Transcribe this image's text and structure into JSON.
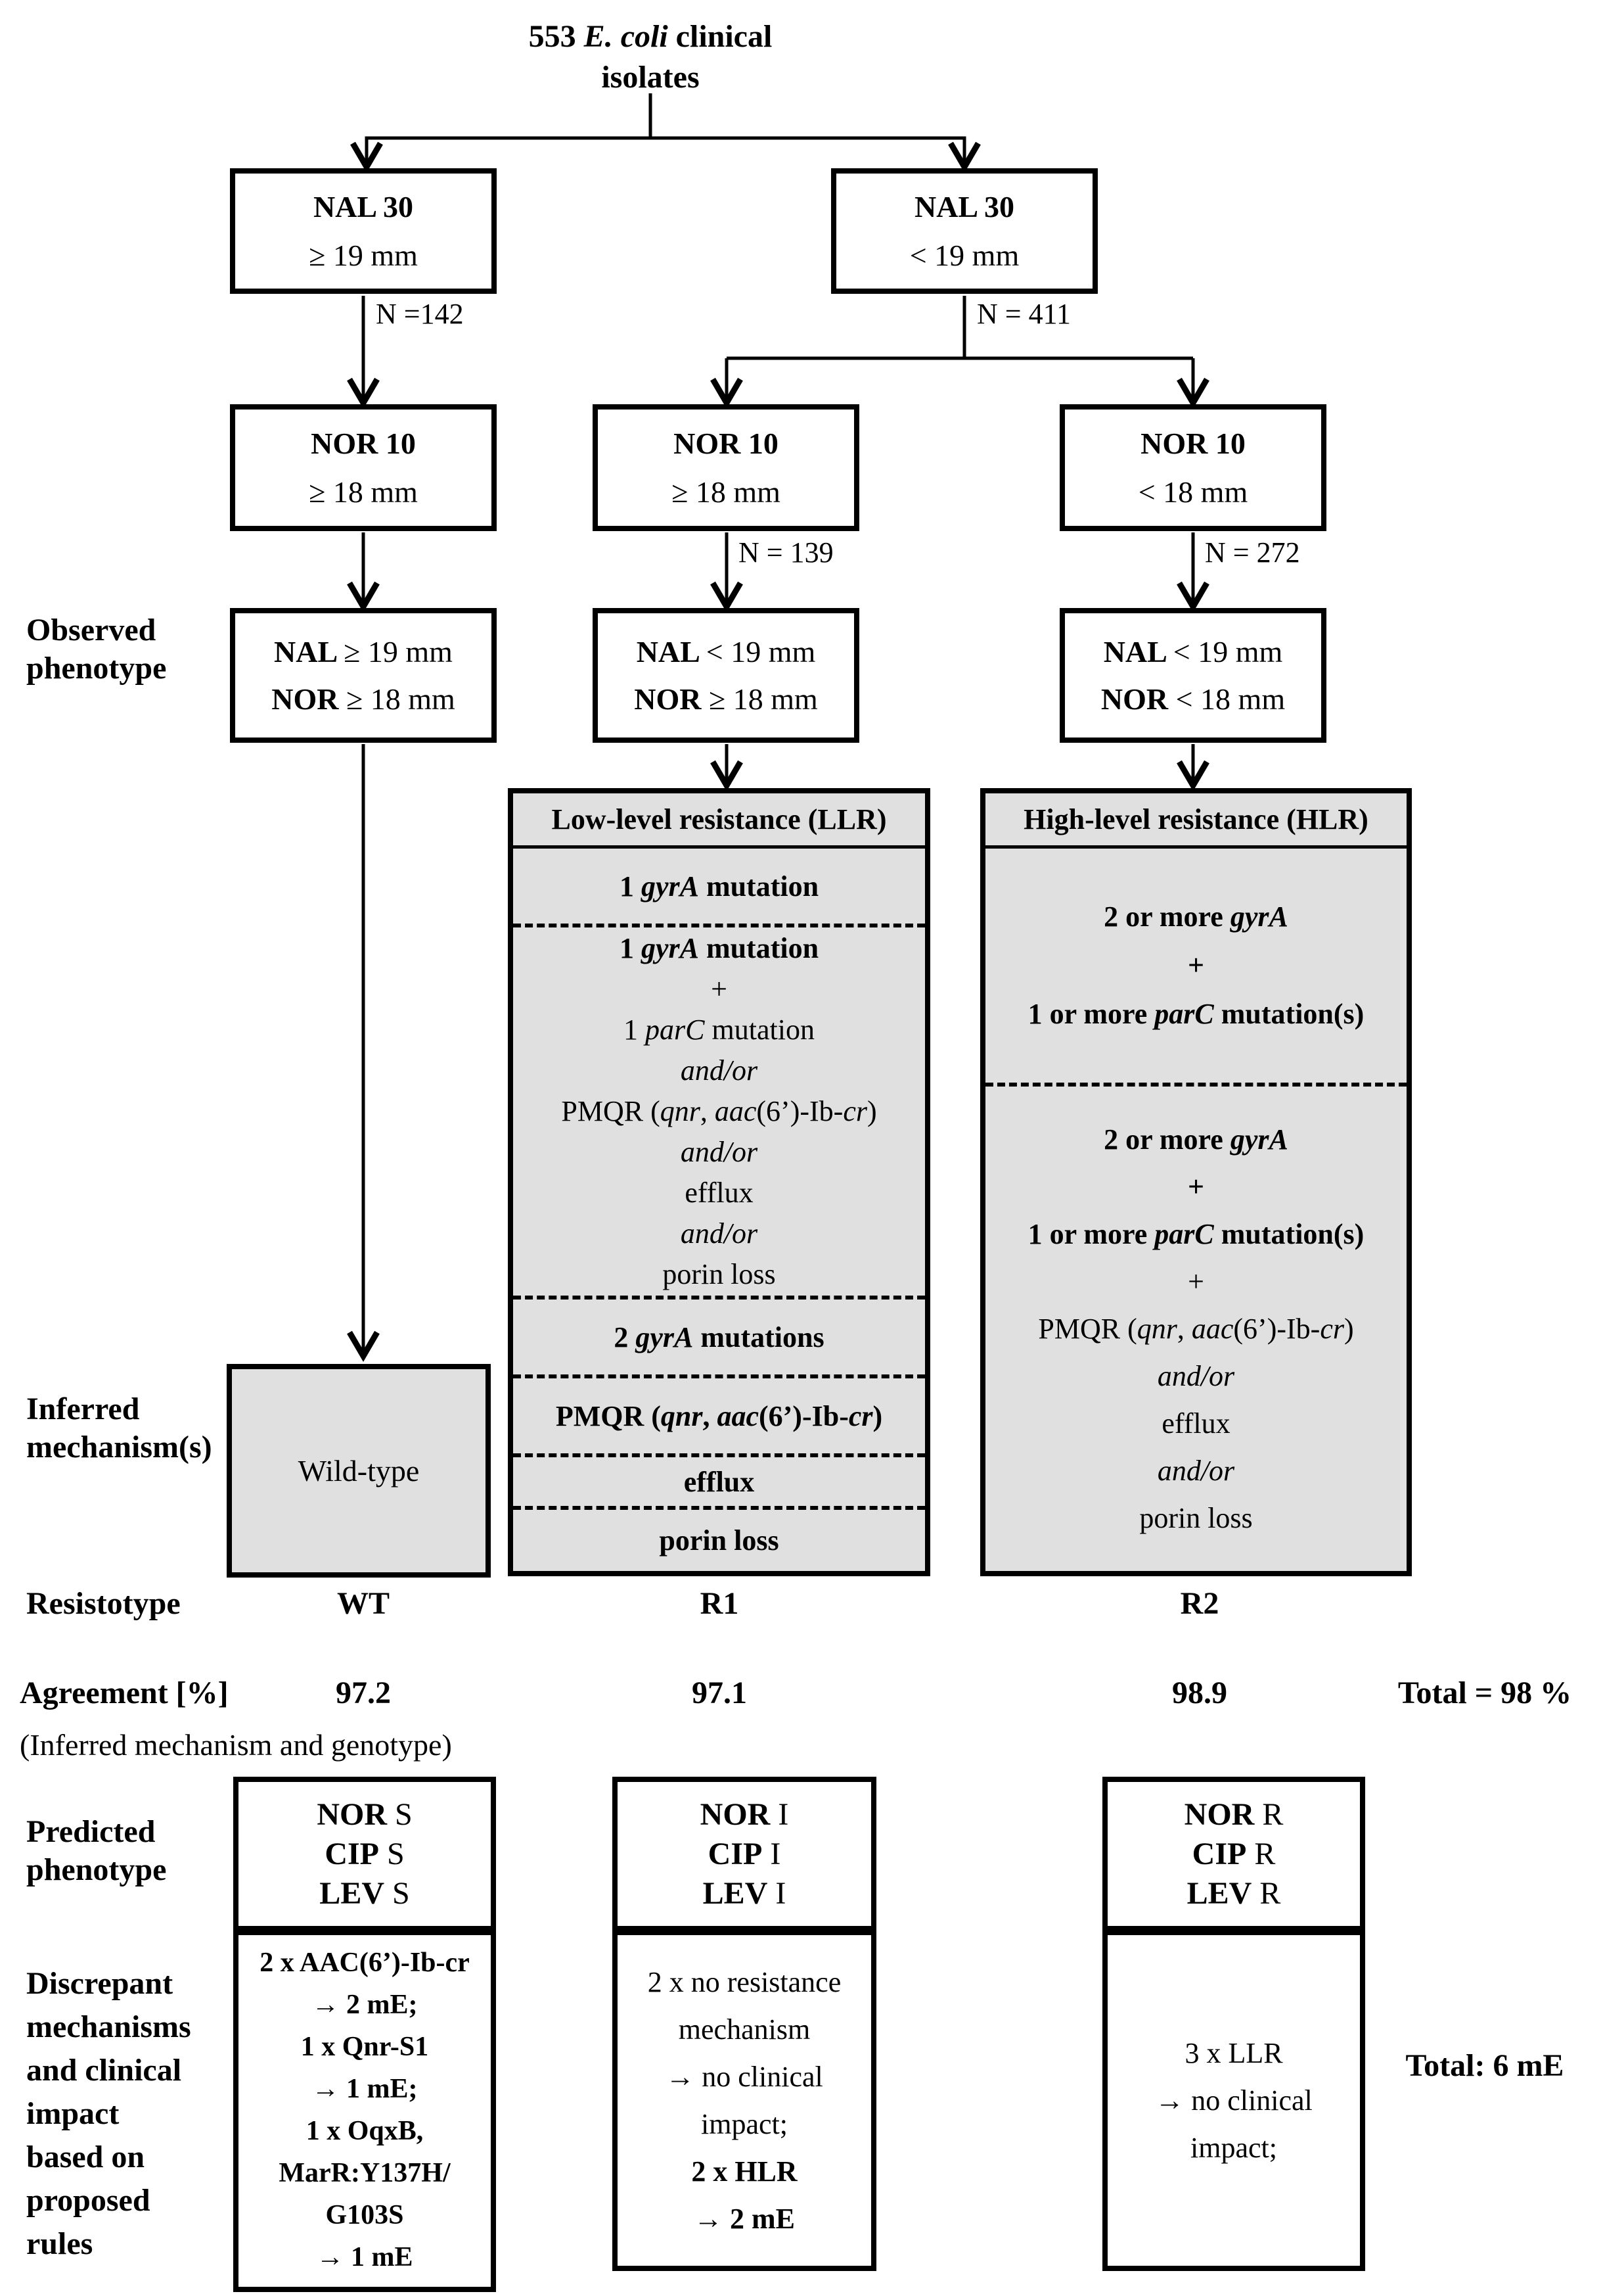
{
  "colors": {
    "box_fill_gray": "#e0e0e0",
    "ink": "#000000",
    "background": "#ffffff"
  },
  "title": {
    "lines": [
      [
        {
          "t": "553 ",
          "s": "b"
        },
        {
          "t": "E. coli",
          "s": "bi"
        },
        {
          "t": " clinical",
          "s": "b"
        }
      ],
      [
        {
          "t": "isolates",
          "s": "b"
        }
      ]
    ]
  },
  "flow": {
    "nal_ge19": {
      "lines": [
        [
          {
            "t": "NAL 30",
            "s": "b"
          }
        ],
        [
          {
            "t": "≥ 19 mm",
            "s": ""
          }
        ]
      ],
      "n": "N =142"
    },
    "nal_lt19": {
      "lines": [
        [
          {
            "t": "NAL 30",
            "s": "b"
          }
        ],
        [
          {
            "t": "< 19 mm",
            "s": ""
          }
        ]
      ],
      "n": "N = 411"
    },
    "nor_ge18_a": {
      "lines": [
        [
          {
            "t": "NOR 10",
            "s": "b"
          }
        ],
        [
          {
            "t": "≥ 18 mm",
            "s": ""
          }
        ]
      ]
    },
    "nor_ge18_b": {
      "lines": [
        [
          {
            "t": "NOR 10",
            "s": "b"
          }
        ],
        [
          {
            "t": "≥ 18 mm",
            "s": ""
          }
        ]
      ],
      "n": "N = 139"
    },
    "nor_lt18": {
      "lines": [
        [
          {
            "t": "NOR 10",
            "s": "b"
          }
        ],
        [
          {
            "t": "< 18 mm",
            "s": ""
          }
        ]
      ],
      "n": "N = 272"
    },
    "obs_wt": {
      "lines": [
        [
          {
            "t": "NAL ",
            "s": "b"
          },
          {
            "t": "≥ 19 mm",
            "s": ""
          }
        ],
        [
          {
            "t": "NOR ",
            "s": "b"
          },
          {
            "t": "≥ 18 mm",
            "s": ""
          }
        ]
      ]
    },
    "obs_r1": {
      "lines": [
        [
          {
            "t": "NAL ",
            "s": "b"
          },
          {
            "t": "< 19 mm",
            "s": ""
          }
        ],
        [
          {
            "t": "NOR ",
            "s": "b"
          },
          {
            "t": "≥ 18 mm",
            "s": ""
          }
        ]
      ]
    },
    "obs_r2": {
      "lines": [
        [
          {
            "t": "NAL ",
            "s": "b"
          },
          {
            "t": "< 19 mm",
            "s": ""
          }
        ],
        [
          {
            "t": "NOR ",
            "s": "b"
          },
          {
            "t": "< 18 mm",
            "s": ""
          }
        ]
      ]
    }
  },
  "labels": {
    "observed": {
      "lines": [
        [
          {
            "t": "Observed",
            "s": ""
          }
        ],
        [
          {
            "t": "phenotype",
            "s": ""
          }
        ]
      ]
    },
    "inferred": {
      "lines": [
        [
          {
            "t": "Inferred",
            "s": ""
          }
        ],
        [
          {
            "t": "mechanism(s)",
            "s": ""
          }
        ]
      ]
    },
    "predicted": {
      "lines": [
        [
          {
            "t": "Predicted",
            "s": ""
          }
        ],
        [
          {
            "t": "phenotype",
            "s": ""
          }
        ]
      ]
    },
    "discrepant": {
      "lines": [
        [
          {
            "t": "Discrepant",
            "s": ""
          }
        ],
        [
          {
            "t": "mechanisms",
            "s": ""
          }
        ],
        [
          {
            "t": "and clinical",
            "s": ""
          }
        ],
        [
          {
            "t": "impact",
            "s": ""
          }
        ],
        [
          {
            "t": "based on",
            "s": ""
          }
        ],
        [
          {
            "t": "proposed",
            "s": ""
          }
        ],
        [
          {
            "t": "rules",
            "s": ""
          }
        ]
      ]
    }
  },
  "llr": {
    "header": "Low-level resistance (LLR)",
    "sections": [
      {
        "lines": [
          [
            {
              "t": "1 ",
              "s": "b"
            },
            {
              "t": "gyrA",
              "s": "bi"
            },
            {
              "t": " mutation",
              "s": "b"
            }
          ]
        ]
      },
      {
        "lines": [
          [
            {
              "t": "1 ",
              "s": "b"
            },
            {
              "t": "gyrA",
              "s": "bi"
            },
            {
              "t": " mutation",
              "s": "b"
            }
          ],
          [
            {
              "t": "+",
              "s": ""
            }
          ],
          [
            {
              "t": "1 ",
              "s": ""
            },
            {
              "t": "parC",
              "s": "i"
            },
            {
              "t": " mutation",
              "s": ""
            }
          ],
          [
            {
              "t": "and/or",
              "s": "i"
            }
          ],
          [
            {
              "t": "PMQR (",
              "s": ""
            },
            {
              "t": "qnr",
              "s": "i"
            },
            {
              "t": ", ",
              "s": ""
            },
            {
              "t": "aac",
              "s": "i"
            },
            {
              "t": "(6’)-Ib-",
              "s": ""
            },
            {
              "t": "cr",
              "s": "i"
            },
            {
              "t": ")",
              "s": ""
            }
          ],
          [
            {
              "t": "and/or",
              "s": "i"
            }
          ],
          [
            {
              "t": "efflux",
              "s": ""
            }
          ],
          [
            {
              "t": "and/or",
              "s": "i"
            }
          ],
          [
            {
              "t": "porin loss",
              "s": ""
            }
          ]
        ]
      },
      {
        "lines": [
          [
            {
              "t": "2 ",
              "s": "b"
            },
            {
              "t": "gyrA",
              "s": "bi"
            },
            {
              "t": " mutations",
              "s": "b"
            }
          ]
        ]
      },
      {
        "lines": [
          [
            {
              "t": "PMQR (",
              "s": "b"
            },
            {
              "t": "qnr",
              "s": "bi"
            },
            {
              "t": ", ",
              "s": "b"
            },
            {
              "t": "aac",
              "s": "bi"
            },
            {
              "t": "(6’)-Ib-",
              "s": "b"
            },
            {
              "t": "cr",
              "s": "bi"
            },
            {
              "t": ")",
              "s": "b"
            }
          ]
        ]
      },
      {
        "lines": [
          [
            {
              "t": "efflux",
              "s": "b"
            }
          ]
        ]
      },
      {
        "lines": [
          [
            {
              "t": "porin loss",
              "s": "b"
            }
          ]
        ]
      }
    ]
  },
  "hlr": {
    "header": "High-level resistance (HLR)",
    "sections": [
      {
        "lines": [
          [
            {
              "t": "2 or more ",
              "s": "b"
            },
            {
              "t": "gyrA",
              "s": "bi"
            }
          ],
          [
            {
              "t": "+",
              "s": "b"
            }
          ],
          [
            {
              "t": "1 or more ",
              "s": "b"
            },
            {
              "t": "parC",
              "s": "bi"
            },
            {
              "t": " mutation(s)",
              "s": "b"
            }
          ]
        ]
      },
      {
        "lines": [
          [
            {
              "t": "2 or more ",
              "s": "b"
            },
            {
              "t": "gyrA",
              "s": "bi"
            }
          ],
          [
            {
              "t": "+",
              "s": "b"
            }
          ],
          [
            {
              "t": "1 or more ",
              "s": "b"
            },
            {
              "t": "parC",
              "s": "bi"
            },
            {
              "t": " mutation(s)",
              "s": "b"
            }
          ],
          [
            {
              "t": "+",
              "s": ""
            }
          ],
          [
            {
              "t": "PMQR (",
              "s": ""
            },
            {
              "t": "qnr",
              "s": "i"
            },
            {
              "t": ", ",
              "s": ""
            },
            {
              "t": "aac",
              "s": "i"
            },
            {
              "t": "(6’)-Ib-",
              "s": ""
            },
            {
              "t": "cr",
              "s": "i"
            },
            {
              "t": ")",
              "s": ""
            }
          ],
          [
            {
              "t": "and/or",
              "s": "i"
            }
          ],
          [
            {
              "t": "efflux",
              "s": ""
            }
          ],
          [
            {
              "t": "and/or",
              "s": "i"
            }
          ],
          [
            {
              "t": "porin loss",
              "s": ""
            }
          ]
        ]
      }
    ]
  },
  "wildtype": {
    "label": "Wild-type"
  },
  "resistotype": {
    "row_label": "Resistotype",
    "wt": "WT",
    "r1": "R1",
    "r2": "R2"
  },
  "agreement": {
    "row_label": "Agreement [%]",
    "note": "(Inferred mechanism and genotype)",
    "wt": "97.2",
    "r1": "97.1",
    "r2": "98.9",
    "total": "Total = 98 %"
  },
  "predicted": {
    "wt": {
      "lines": [
        [
          {
            "t": "NOR",
            "s": "b"
          },
          {
            "t": " S",
            "s": ""
          }
        ],
        [
          {
            "t": "CIP",
            "s": "b"
          },
          {
            "t": " S",
            "s": ""
          }
        ],
        [
          {
            "t": "LEV",
            "s": "b"
          },
          {
            "t": " S",
            "s": ""
          }
        ]
      ]
    },
    "r1": {
      "lines": [
        [
          {
            "t": "NOR",
            "s": "b"
          },
          {
            "t": " I",
            "s": ""
          }
        ],
        [
          {
            "t": "CIP",
            "s": "b"
          },
          {
            "t": " I",
            "s": ""
          }
        ],
        [
          {
            "t": "LEV",
            "s": "b"
          },
          {
            "t": " I",
            "s": ""
          }
        ]
      ]
    },
    "r2": {
      "lines": [
        [
          {
            "t": "NOR",
            "s": "b"
          },
          {
            "t": " R",
            "s": ""
          }
        ],
        [
          {
            "t": "CIP",
            "s": "b"
          },
          {
            "t": " R",
            "s": ""
          }
        ],
        [
          {
            "t": "LEV",
            "s": "b"
          },
          {
            "t": " R",
            "s": ""
          }
        ]
      ]
    }
  },
  "discrepant": {
    "wt": {
      "lines": [
        [
          {
            "t": "2 x AAC(6’)-Ib-cr",
            "s": "b"
          }
        ],
        [
          {
            "t": "→ 2 mE;",
            "s": "b"
          }
        ],
        [
          {
            "t": "1 x Qnr-S1",
            "s": "b"
          }
        ],
        [
          {
            "t": "→ 1 mE;",
            "s": "b"
          }
        ],
        [
          {
            "t": "1 x OqxB,",
            "s": "b"
          }
        ],
        [
          {
            "t": "MarR:Y137H/",
            "s": "b"
          }
        ],
        [
          {
            "t": "G103S",
            "s": "b"
          }
        ],
        [
          {
            "t": "→ 1 mE",
            "s": "b"
          }
        ]
      ]
    },
    "r1": {
      "lines": [
        [
          {
            "t": "2 x no resistance",
            "s": ""
          }
        ],
        [
          {
            "t": "mechanism",
            "s": ""
          }
        ],
        [
          {
            "t": "→ no clinical",
            "s": ""
          }
        ],
        [
          {
            "t": "impact;",
            "s": ""
          }
        ],
        [
          {
            "t": "2 x HLR",
            "s": "b"
          }
        ],
        [
          {
            "t": "→ 2 mE",
            "s": "b"
          }
        ]
      ]
    },
    "r2": {
      "lines": [
        [
          {
            "t": "3 x LLR",
            "s": ""
          }
        ],
        [
          {
            "t": "→ no clinical",
            "s": ""
          }
        ],
        [
          {
            "t": "impact;",
            "s": ""
          }
        ]
      ]
    },
    "total": "Total: 6 mE"
  }
}
